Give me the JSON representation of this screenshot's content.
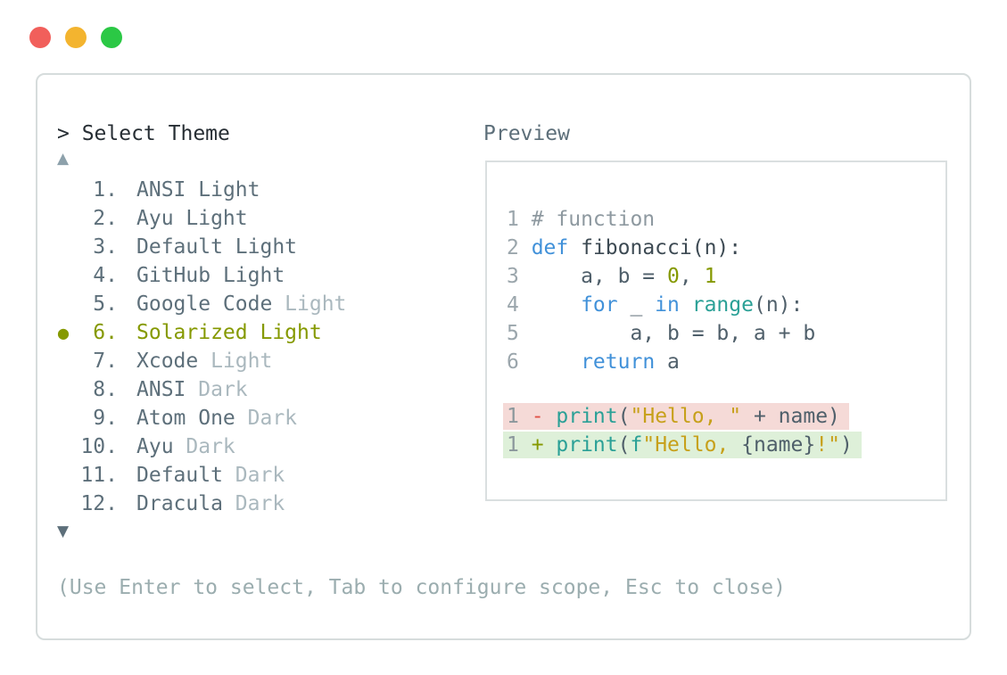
{
  "colors": {
    "tl-red": "#f15f5b",
    "tl-yellow": "#f3b42f",
    "tl-green": "#2bc845",
    "panel-border": "#d6dcdc",
    "preview-border": "#dadfe0",
    "prompt": "#272e34",
    "label": "#5d6f7a",
    "item": "#5d6f7a",
    "item-dim": "#aab8be",
    "selected": "#859900",
    "arrow-up": "#8da1ab",
    "arrow-down": "#5d6f7a",
    "help": "#9badaf",
    "linenum": "#9ba6ac",
    "diff-linenum": "#8b979c",
    "comment": "#8e99a0",
    "plain": "#4f5f6a",
    "emphasis": "#3d4a53",
    "keyword": "#4191d9",
    "function": "#2aa096",
    "string": "#c7a01a",
    "number": "#859900",
    "diff-removed-sign": "#e05147",
    "diff-added-sign": "#859900",
    "removed-bg": "#f5dad7",
    "added-bg": "#def0d9"
  },
  "window": {
    "traffic_lights": [
      {
        "name": "close"
      },
      {
        "name": "minimize"
      },
      {
        "name": "maximize"
      }
    ]
  },
  "prompt": {
    "text": "> Select Theme"
  },
  "preview_label": "Preview",
  "list": {
    "up_indicator": "▲",
    "down_indicator": "▼",
    "bullet": "●",
    "items": [
      {
        "number": "1.",
        "name": "ANSI",
        "variant": "Light",
        "dim_variant": false,
        "selected": false
      },
      {
        "number": "2.",
        "name": "Ayu",
        "variant": "Light",
        "dim_variant": false,
        "selected": false
      },
      {
        "number": "3.",
        "name": "Default",
        "variant": "Light",
        "dim_variant": false,
        "selected": false
      },
      {
        "number": "4.",
        "name": "GitHub",
        "variant": "Light",
        "dim_variant": false,
        "selected": false
      },
      {
        "number": "5.",
        "name": "Google Code",
        "variant": "Light",
        "dim_variant": true,
        "selected": false
      },
      {
        "number": "6.",
        "name": "Solarized",
        "variant": "Light",
        "dim_variant": false,
        "selected": true
      },
      {
        "number": "7.",
        "name": "Xcode",
        "variant": "Light",
        "dim_variant": true,
        "selected": false
      },
      {
        "number": "8.",
        "name": "ANSI",
        "variant": "Dark",
        "dim_variant": true,
        "selected": false
      },
      {
        "number": "9.",
        "name": "Atom One",
        "variant": "Dark",
        "dim_variant": true,
        "selected": false
      },
      {
        "number": "10.",
        "name": "Ayu",
        "variant": "Dark",
        "dim_variant": true,
        "selected": false
      },
      {
        "number": "11.",
        "name": "Default",
        "variant": "Dark",
        "dim_variant": true,
        "selected": false
      },
      {
        "number": "12.",
        "name": "Dracula",
        "variant": "Dark",
        "dim_variant": true,
        "selected": false
      }
    ]
  },
  "help_text": "(Use Enter to select, Tab to configure scope, Esc to close)",
  "code_preview": {
    "lines": [
      {
        "num": "1",
        "tokens": [
          {
            "text": "# function",
            "type": "comment"
          }
        ]
      },
      {
        "num": "2",
        "tokens": [
          {
            "text": "def",
            "type": "keyword"
          },
          {
            "text": " ",
            "type": "plain"
          },
          {
            "text": "fibonacci(n):",
            "type": "emphasis"
          }
        ]
      },
      {
        "num": "3",
        "tokens": [
          {
            "text": "    a, b = ",
            "type": "plain"
          },
          {
            "text": "0",
            "type": "number"
          },
          {
            "text": ", ",
            "type": "plain"
          },
          {
            "text": "1",
            "type": "number"
          }
        ]
      },
      {
        "num": "4",
        "tokens": [
          {
            "text": "    ",
            "type": "plain"
          },
          {
            "text": "for",
            "type": "keyword"
          },
          {
            "text": " _ ",
            "type": "plain"
          },
          {
            "text": "in",
            "type": "keyword"
          },
          {
            "text": " ",
            "type": "plain"
          },
          {
            "text": "range",
            "type": "function"
          },
          {
            "text": "(n):",
            "type": "plain"
          }
        ]
      },
      {
        "num": "5",
        "tokens": [
          {
            "text": "        a, b = b, a + b",
            "type": "plain"
          }
        ]
      },
      {
        "num": "6",
        "tokens": [
          {
            "text": "    ",
            "type": "plain"
          },
          {
            "text": "return",
            "type": "keyword"
          },
          {
            "text": " a",
            "type": "plain"
          }
        ]
      }
    ],
    "diff_lines": [
      {
        "num": "1",
        "kind": "removed",
        "tokens": [
          {
            "text": "- ",
            "type": "diff-removed-sign"
          },
          {
            "text": "print",
            "type": "function"
          },
          {
            "text": "(",
            "type": "plain"
          },
          {
            "text": "\"Hello, \"",
            "type": "string"
          },
          {
            "text": " + name)",
            "type": "plain"
          }
        ]
      },
      {
        "num": "1",
        "kind": "added",
        "tokens": [
          {
            "text": "+ ",
            "type": "diff-added-sign"
          },
          {
            "text": "print",
            "type": "function"
          },
          {
            "text": "(",
            "type": "plain"
          },
          {
            "text": "f",
            "type": "function"
          },
          {
            "text": "\"Hello, ",
            "type": "string"
          },
          {
            "text": "{name}",
            "type": "plain"
          },
          {
            "text": "!\"",
            "type": "string"
          },
          {
            "text": ")",
            "type": "plain"
          }
        ]
      }
    ]
  }
}
